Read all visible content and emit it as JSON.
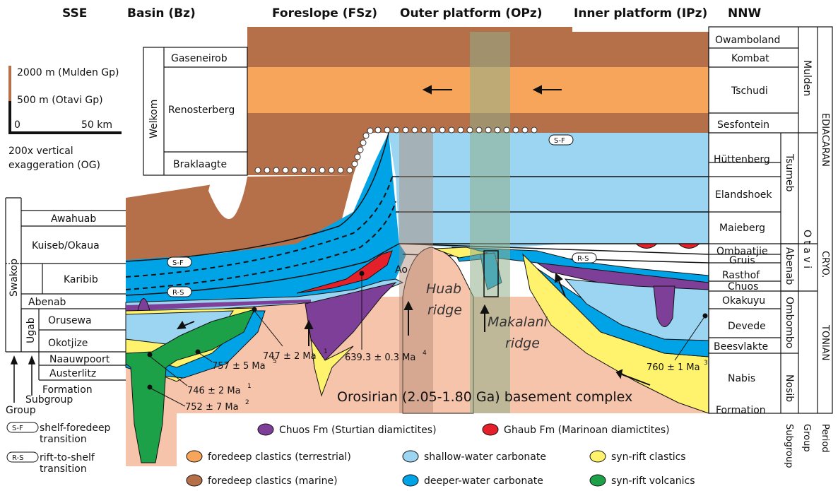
{
  "header": {
    "left_dir": "SSE",
    "right_dir": "NNW",
    "zones": [
      "Basin (Bz)",
      "Foreslope (FSz)",
      "Outer platform (OPz)",
      "Inner platform (IPz)"
    ]
  },
  "scale": {
    "mulden": "2000 m (Mulden Gp)",
    "otavi": "500 m (Otavi Gp)",
    "zero": "0",
    "km": "50 km",
    "exaggeration_1": "200x vertical",
    "exaggeration_2": "exaggeration (OG)"
  },
  "welkom": {
    "group": "Welkom",
    "formations": [
      "Gaseneirob",
      "Renosterberg",
      "Braklaagte"
    ]
  },
  "right_column": {
    "formations": [
      "Owamboland",
      "Kombat",
      "Tschudi",
      "Sesfontein",
      "Hüttenberg",
      "Elandshoek",
      "Maieberg",
      "Ombaatjie",
      "Gruis",
      "Rasthof",
      "Chuos",
      "Okakuyu",
      "Devede",
      "Beesvlakte",
      "Nabis"
    ],
    "subgroups": [
      "Tsumeb",
      "Abenab",
      "Ombombo",
      "Nosib"
    ],
    "groups": [
      "Mulden",
      "O t a v i"
    ],
    "periods": [
      "EDIACARAN",
      "CRYO.",
      "TONIAN"
    ],
    "footer": [
      "Formation",
      "Subgroup",
      "Group",
      "Period"
    ]
  },
  "left_column": {
    "group": "Swakop",
    "subgroup": "Ugab",
    "formations": [
      "Awahuab",
      "Kuiseb/Okaua",
      "Karibib",
      "Abenab",
      "Orusewa",
      "Okotjize",
      "Naauwpoort",
      "Austerlitz"
    ],
    "legend_labels": [
      "Formation",
      "Subgroup",
      "Group"
    ]
  },
  "transitions": {
    "sf": "S-F",
    "rs": "R-S",
    "sf_text": [
      "shelf-foredeep",
      "transition"
    ],
    "rs_text": [
      "rift-to-shelf",
      "transition"
    ]
  },
  "ages": {
    "a747": "747 ± 2 Ma",
    "a757": "757 ± 5 Ma",
    "a746": "746 ± 2 Ma",
    "a752": "752 ± 7 Ma",
    "a639": "639.3 ± 0.3 Ma",
    "a760": "760 ± 1 Ma",
    "sup747": "1",
    "sup757": "5",
    "sup746": "1",
    "sup752": "2",
    "sup639": "4",
    "sup760": "3"
  },
  "features": {
    "huab": [
      "Huab",
      "ridge"
    ],
    "makalani": [
      "Makalani",
      "ridge"
    ],
    "ao": "Ao",
    "basement": "Orosirian (2.05-1.80 Ga) basement complex"
  },
  "legend": [
    {
      "label": "Chuos Fm (Sturtian diamictites)",
      "color": "#7e3f98"
    },
    {
      "label": "Ghaub Fm (Marinoan diamictites)",
      "color": "#e4212a"
    },
    {
      "label": "foredeep clastics (terrestrial)",
      "color": "#f7a55a"
    },
    {
      "label": "shallow-water carbonate",
      "color": "#9bd5f2"
    },
    {
      "label": "syn-rift clastics",
      "color": "#fff36d"
    },
    {
      "label": "foredeep clastics (marine)",
      "color": "#b5704a"
    },
    {
      "label": "deeper-water carbonate",
      "color": "#00a3e6"
    },
    {
      "label": "syn-rift volcanics",
      "color": "#1ca048"
    }
  ],
  "colors": {
    "basement": "#f6c3ab",
    "marine": "#b5704a",
    "terrestrial": "#f7a55a",
    "shallow": "#9bd5f2",
    "deep": "#00a3e6",
    "synrift": "#fff36d",
    "volcanic": "#1ca048",
    "chuos": "#7e3f98",
    "ghaub": "#e4212a",
    "huab_band": "#b08770",
    "makalani_band": "#8fae8a"
  }
}
